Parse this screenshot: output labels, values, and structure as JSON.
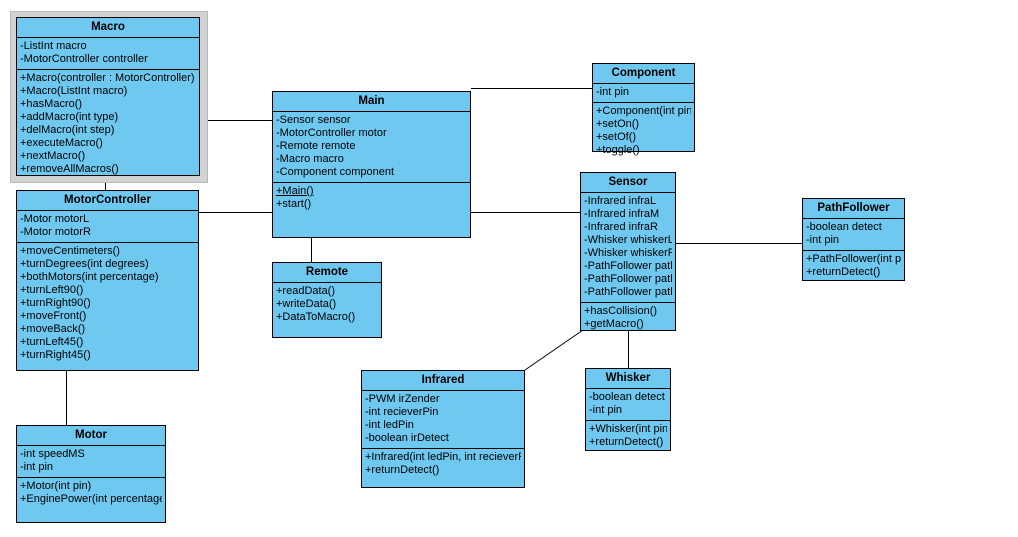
{
  "diagram": {
    "type": "uml-class-diagram",
    "background": "#ffffff",
    "class_fill": "#6ec8ef",
    "class_border": "#000000",
    "selection_frame_color": "#d3d3d3",
    "classes": [
      {
        "id": "macro",
        "name": "Macro",
        "selected": true,
        "attributes": [
          "-ListInt macro",
          "-MotorController controller"
        ],
        "operations": [
          "+Macro(controller : MotorController)",
          "+Macro(ListInt macro)",
          "+hasMacro()",
          "+addMacro(int type)",
          "+delMacro(int step)",
          "+executeMacro()",
          "+nextMacro()",
          "+removeAllMacros()"
        ]
      },
      {
        "id": "motorcontroller",
        "name": "MotorController",
        "selected": false,
        "attributes": [
          "-Motor motorL",
          "-Motor motorR"
        ],
        "operations": [
          "+moveCentimeters()",
          "+turnDegrees(int degrees)",
          "+bothMotors(int percentage)",
          "+turnLeft90()",
          "+turnRight90()",
          "+moveFront()",
          "+moveBack()",
          "+turnLeft45()",
          "+turnRight45()"
        ]
      },
      {
        "id": "motor",
        "name": "Motor",
        "selected": false,
        "attributes": [
          "-int speedMS",
          "-int pin"
        ],
        "operations": [
          "+Motor(int pin)",
          "+EnginePower(int percentage)"
        ]
      },
      {
        "id": "main",
        "name": "Main",
        "selected": false,
        "attributes": [
          "-Sensor sensor",
          "-MotorController motor",
          "-Remote remote",
          "-Macro macro",
          "-Component component"
        ],
        "operations": [
          "+Main()",
          "+start()"
        ],
        "static_operations": [
          "+Main()"
        ]
      },
      {
        "id": "remote",
        "name": "Remote",
        "selected": false,
        "attributes": [],
        "operations": [
          "+readData()",
          "+writeData()",
          "+DataToMacro()"
        ]
      },
      {
        "id": "component",
        "name": "Component",
        "selected": false,
        "attributes": [
          "-int pin"
        ],
        "operations": [
          "+Component(int pin)",
          "+setOn()",
          "+setOf()",
          "+toggle()"
        ]
      },
      {
        "id": "sensor",
        "name": "Sensor",
        "selected": false,
        "attributes": [
          "-Infrared infraL",
          "-Infrared infraM",
          "-Infrared infraR",
          "-Whisker whiskerL",
          "-Whisker whiskerR",
          "-PathFollower pathL",
          "-PathFollower pathM",
          "-PathFollower pathR"
        ],
        "operations": [
          "+hasCollision()",
          "+getMacro()"
        ]
      },
      {
        "id": "pathfollower",
        "name": "PathFollower",
        "selected": false,
        "attributes": [
          "-boolean detect",
          "-int pin"
        ],
        "operations": [
          "+PathFollower(int pin)",
          "+returnDetect()"
        ]
      },
      {
        "id": "infrared",
        "name": "Infrared",
        "selected": false,
        "attributes": [
          "-PWM irZender",
          "-int recieverPin",
          "-int ledPin",
          "-boolean irDetect"
        ],
        "operations": [
          "+Infrared(int ledPin, int recieverPin)",
          "+returnDetect()"
        ]
      },
      {
        "id": "whisker",
        "name": "Whisker",
        "selected": false,
        "attributes": [
          "-boolean detect",
          "-int pin"
        ],
        "operations": [
          "+Whisker(int pin)",
          "+returnDetect()"
        ]
      }
    ],
    "associations": [
      {
        "from": "macro",
        "to": "main"
      },
      {
        "from": "macro",
        "to": "motorcontroller"
      },
      {
        "from": "motorcontroller",
        "to": "main"
      },
      {
        "from": "motorcontroller",
        "to": "motor"
      },
      {
        "from": "main",
        "to": "component"
      },
      {
        "from": "main",
        "to": "sensor"
      },
      {
        "from": "main",
        "to": "remote"
      },
      {
        "from": "sensor",
        "to": "pathfollower"
      },
      {
        "from": "sensor",
        "to": "infrared"
      },
      {
        "from": "sensor",
        "to": "whisker"
      }
    ]
  }
}
